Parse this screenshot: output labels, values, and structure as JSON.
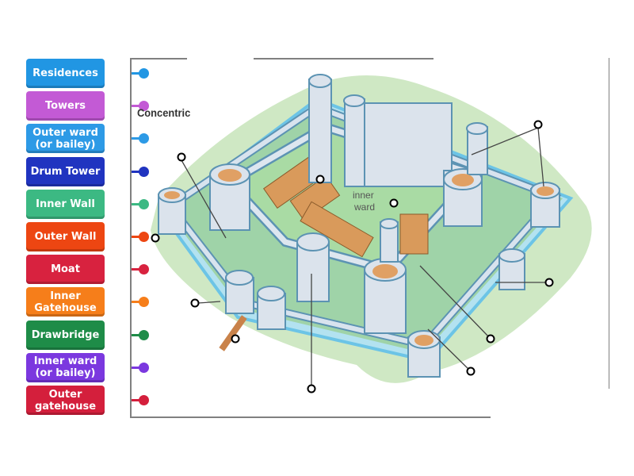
{
  "diagram": {
    "title": "Concentric",
    "inner_ward_caption": "inner\nward",
    "drop_target_count": 11
  },
  "labels": [
    {
      "text": "Residences",
      "color": "#2196e3"
    },
    {
      "text": "Towers",
      "color": "#c35ad5"
    },
    {
      "text": "Outer ward\n(or bailey)",
      "color": "#2d9ae6"
    },
    {
      "text": "Drum Tower",
      "color": "#2034c0"
    },
    {
      "text": "Inner Wall",
      "color": "#3cb983"
    },
    {
      "text": "Outer Wall",
      "color": "#ed4612"
    },
    {
      "text": "Moat",
      "color": "#d8223f"
    },
    {
      "text": "Inner\nGatehouse",
      "color": "#f67e1a"
    },
    {
      "text": "Drawbridge",
      "color": "#1e8c48"
    },
    {
      "text": "Inner ward\n(or bailey)",
      "color": "#7b38df"
    },
    {
      "text": "Outer\ngatehouse",
      "color": "#d41f3c"
    }
  ]
}
